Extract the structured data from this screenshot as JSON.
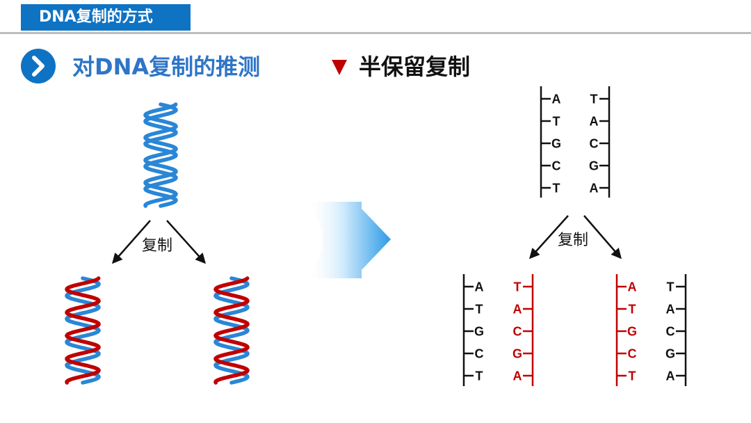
{
  "header": {
    "title": "DNA复制的方式"
  },
  "section": {
    "heading": "对DNA复制的推测",
    "hypothesis": "半保留复制"
  },
  "diagram": {
    "replicate_label_left": "复制",
    "replicate_label_right": "复制",
    "colors": {
      "blue": "#2a86d6",
      "red": "#c00000",
      "black": "#111111",
      "accent": "#0f73c4"
    },
    "parent": {
      "left": [
        "A",
        "T",
        "G",
        "C",
        "T"
      ],
      "right": [
        "T",
        "A",
        "C",
        "G",
        "A"
      ]
    },
    "daughter_left": {
      "left": [
        "A",
        "T",
        "G",
        "C",
        "T"
      ],
      "right": [
        "T",
        "A",
        "C",
        "G",
        "A"
      ],
      "left_color": "black",
      "right_color": "red"
    },
    "daughter_right": {
      "left": [
        "A",
        "T",
        "G",
        "C",
        "T"
      ],
      "right": [
        "T",
        "A",
        "C",
        "G",
        "A"
      ],
      "left_color": "red",
      "right_color": "black"
    }
  }
}
